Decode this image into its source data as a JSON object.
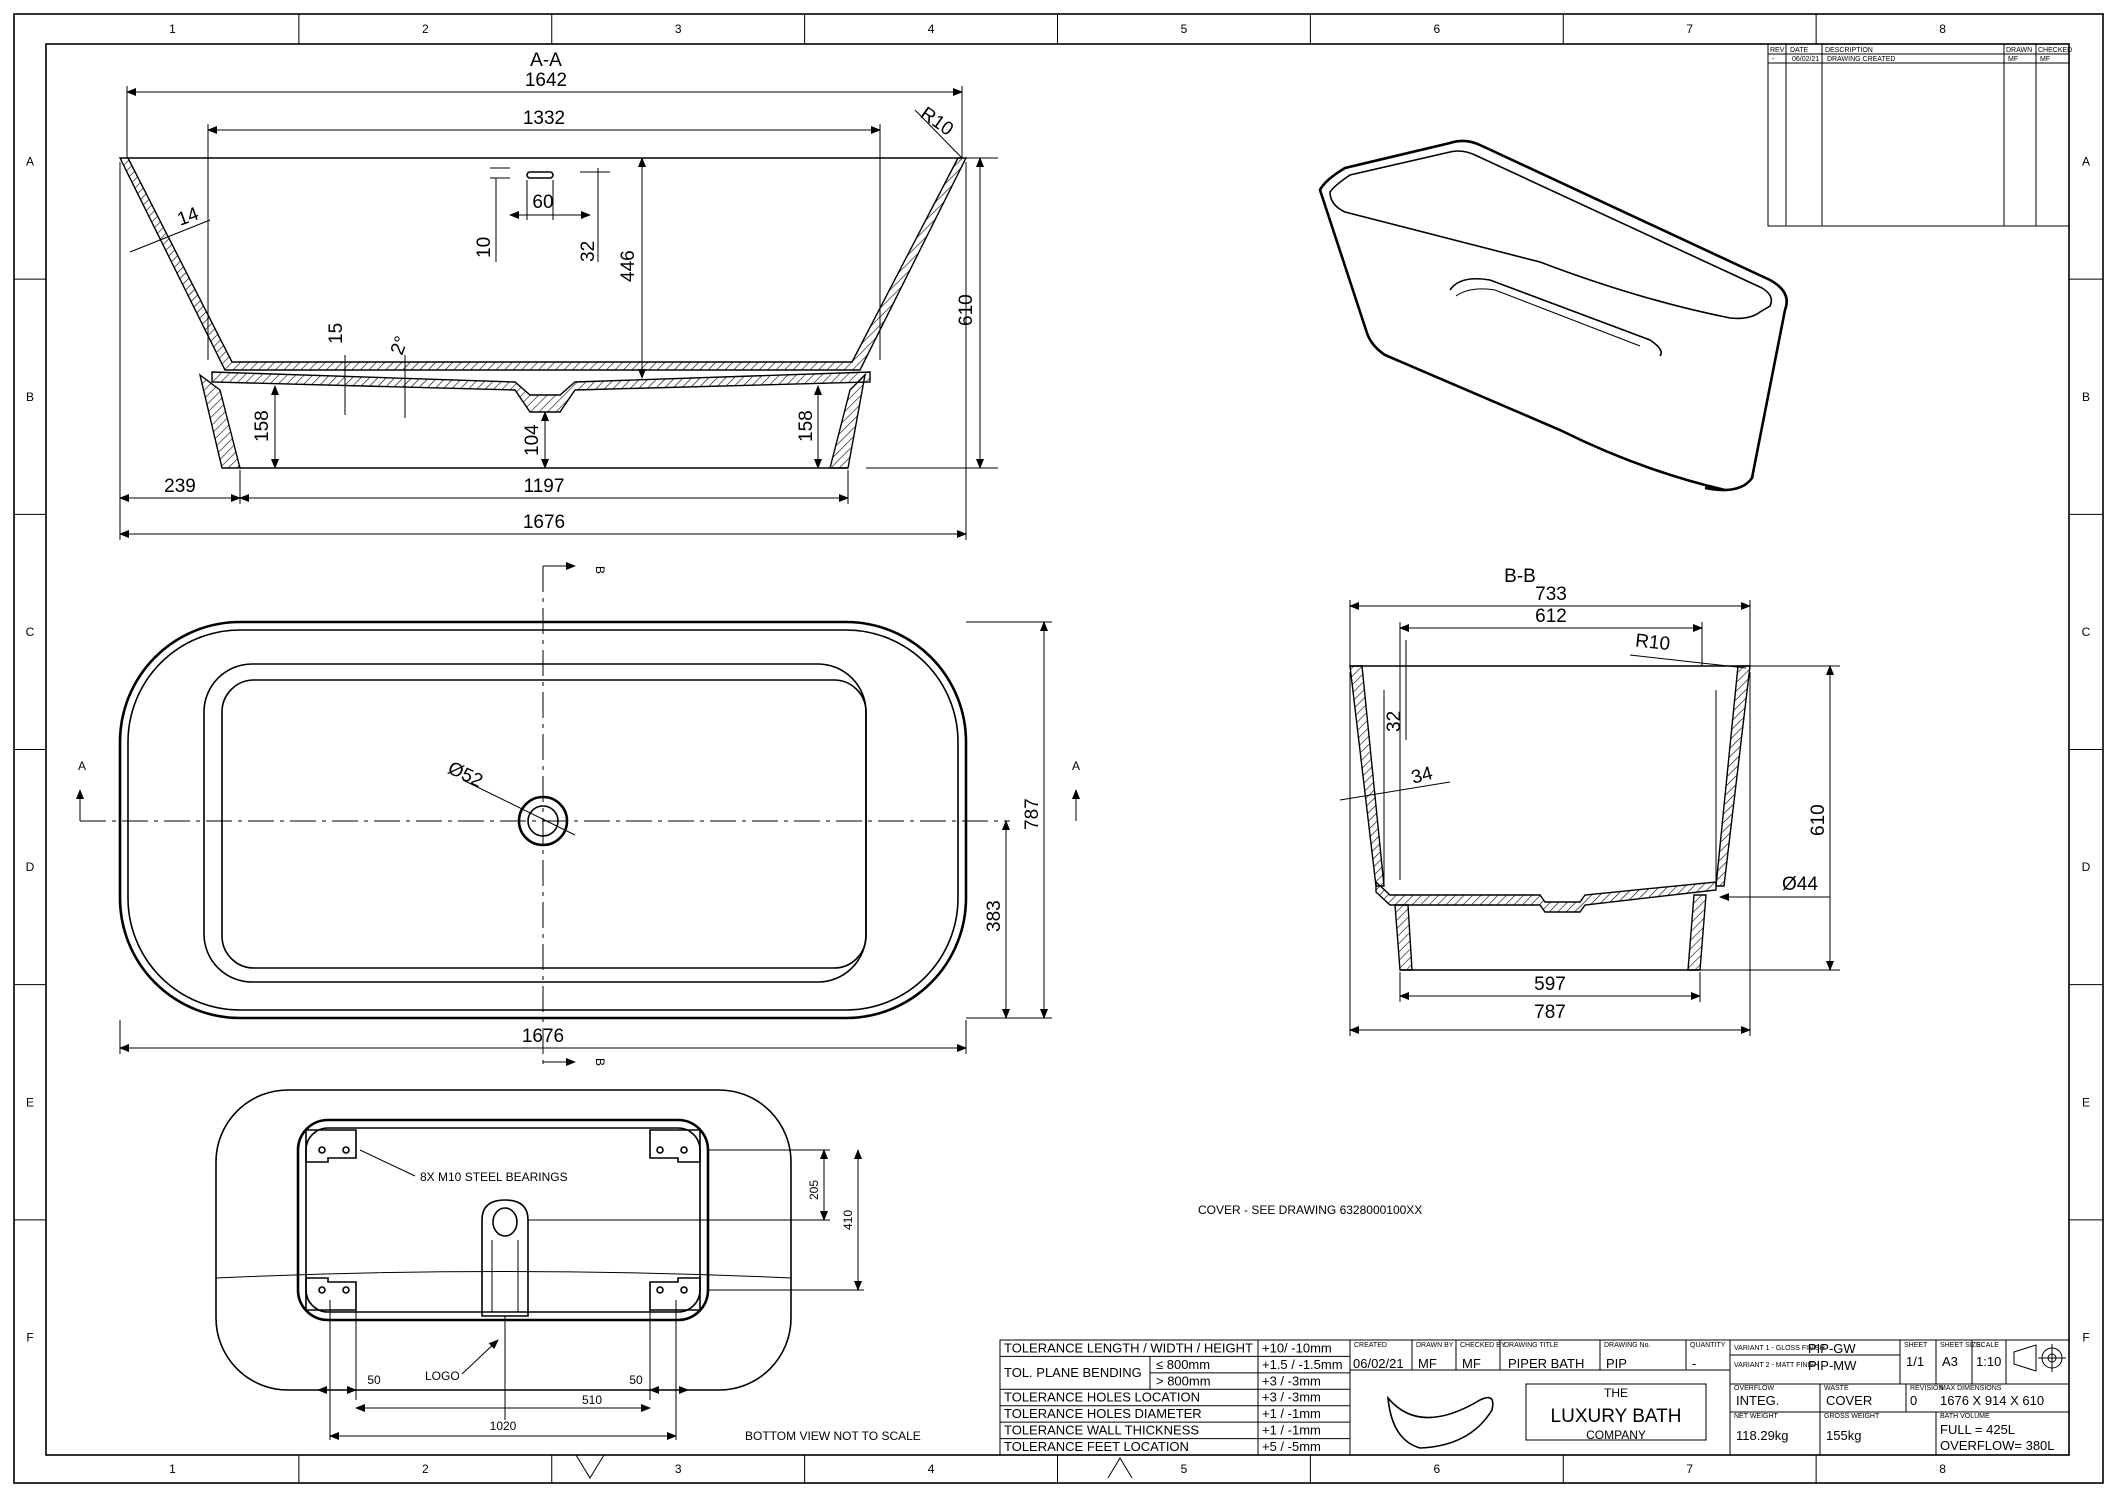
{
  "zones": {
    "columns": [
      "1",
      "2",
      "3",
      "4",
      "5",
      "6",
      "7",
      "8"
    ],
    "rows": [
      "A",
      "B",
      "C",
      "D",
      "E",
      "F"
    ]
  },
  "section_aa": {
    "title": "A-A",
    "dims": {
      "overall_top": "1642",
      "inner_top": "1332",
      "radius": "R10",
      "wall": "14",
      "overflow_width": "60",
      "overflow_height": "10",
      "overflow_offset": "32",
      "depth": "446",
      "height": "610",
      "floor_thickness": "15",
      "slope": "2°",
      "leg_left": "158",
      "leg_right": "158",
      "waste": "104",
      "base_offset": "239",
      "base_width": "1197",
      "overall_bottom": "1676"
    }
  },
  "plan_view": {
    "section_mark_b": "B",
    "section_mark_a": "A",
    "waste_dia": "Ø52",
    "width": "787",
    "center": "383",
    "length": "1676"
  },
  "section_bb": {
    "title": "B-B",
    "dims": {
      "overall_top": "733",
      "inner_top": "612",
      "radius": "R10",
      "offset": "32",
      "wall": "34",
      "height": "610",
      "pipe_dia": "Ø44",
      "base_width": "597",
      "overall_bottom": "787"
    }
  },
  "bottom_view": {
    "bearings": "8X M10 STEEL BEARINGS",
    "dim_205": "205",
    "dim_410": "410",
    "dim_50_left": "50",
    "dim_50_right": "50",
    "dim_510": "510",
    "dim_1020": "1020",
    "logo": "LOGO",
    "note": "BOTTOM VIEW NOT TO SCALE"
  },
  "cover_note": "COVER - SEE DRAWING 6328000100XX",
  "revision": {
    "headers": [
      "REV",
      "DATE",
      "DESCRIPTION",
      "DRAWN",
      "CHECKED"
    ],
    "row": [
      "-",
      "06/02/21",
      "DRAWING CREATED",
      "MF",
      "MF"
    ]
  },
  "tolerances": [
    {
      "label": "TOLERANCE LENGTH / WIDTH / HEIGHT",
      "value": "+10/ -10mm"
    },
    {
      "label": "TOL. PLANE BENDING",
      "sub": "≤  800mm",
      "value": "+1.5 / -1.5mm"
    },
    {
      "label": "",
      "sub": ">  800mm",
      "value": "+3 / -3mm"
    },
    {
      "label": "TOLERANCE HOLES LOCATION",
      "value": "+3 / -3mm"
    },
    {
      "label": "TOLERANCE HOLES DIAMETER",
      "value": "+1 / -1mm"
    },
    {
      "label": "TOLERANCE WALL THICKNESS",
      "value": "+1 / -1mm"
    },
    {
      "label": "TOLERANCE FEET LOCATION",
      "value": "+5 / -5mm"
    }
  ],
  "title_block": {
    "created": "06/02/21",
    "drawn": "MF",
    "checked": "MF",
    "drawing_title": "PIPER BATH",
    "drawing_no": "PIP",
    "quantity": "-",
    "variant_gloss": "PIP-GW",
    "variant_matt": "PIP-MW",
    "sheet": "1/1",
    "size": "A3",
    "scale": "1:10",
    "overflow_type": "INTEG.",
    "waste": "COVER",
    "revision": "0",
    "dimensions": "1676 X 914 X 610",
    "net_weight": "118.29kg",
    "gross_weight": "155kg",
    "full": "FULL = 425L",
    "overflow": "OVERFLOW= 380L",
    "brand_the": "THE",
    "brand_name": "LUXURY BATH",
    "brand_company": "COMPANY"
  }
}
